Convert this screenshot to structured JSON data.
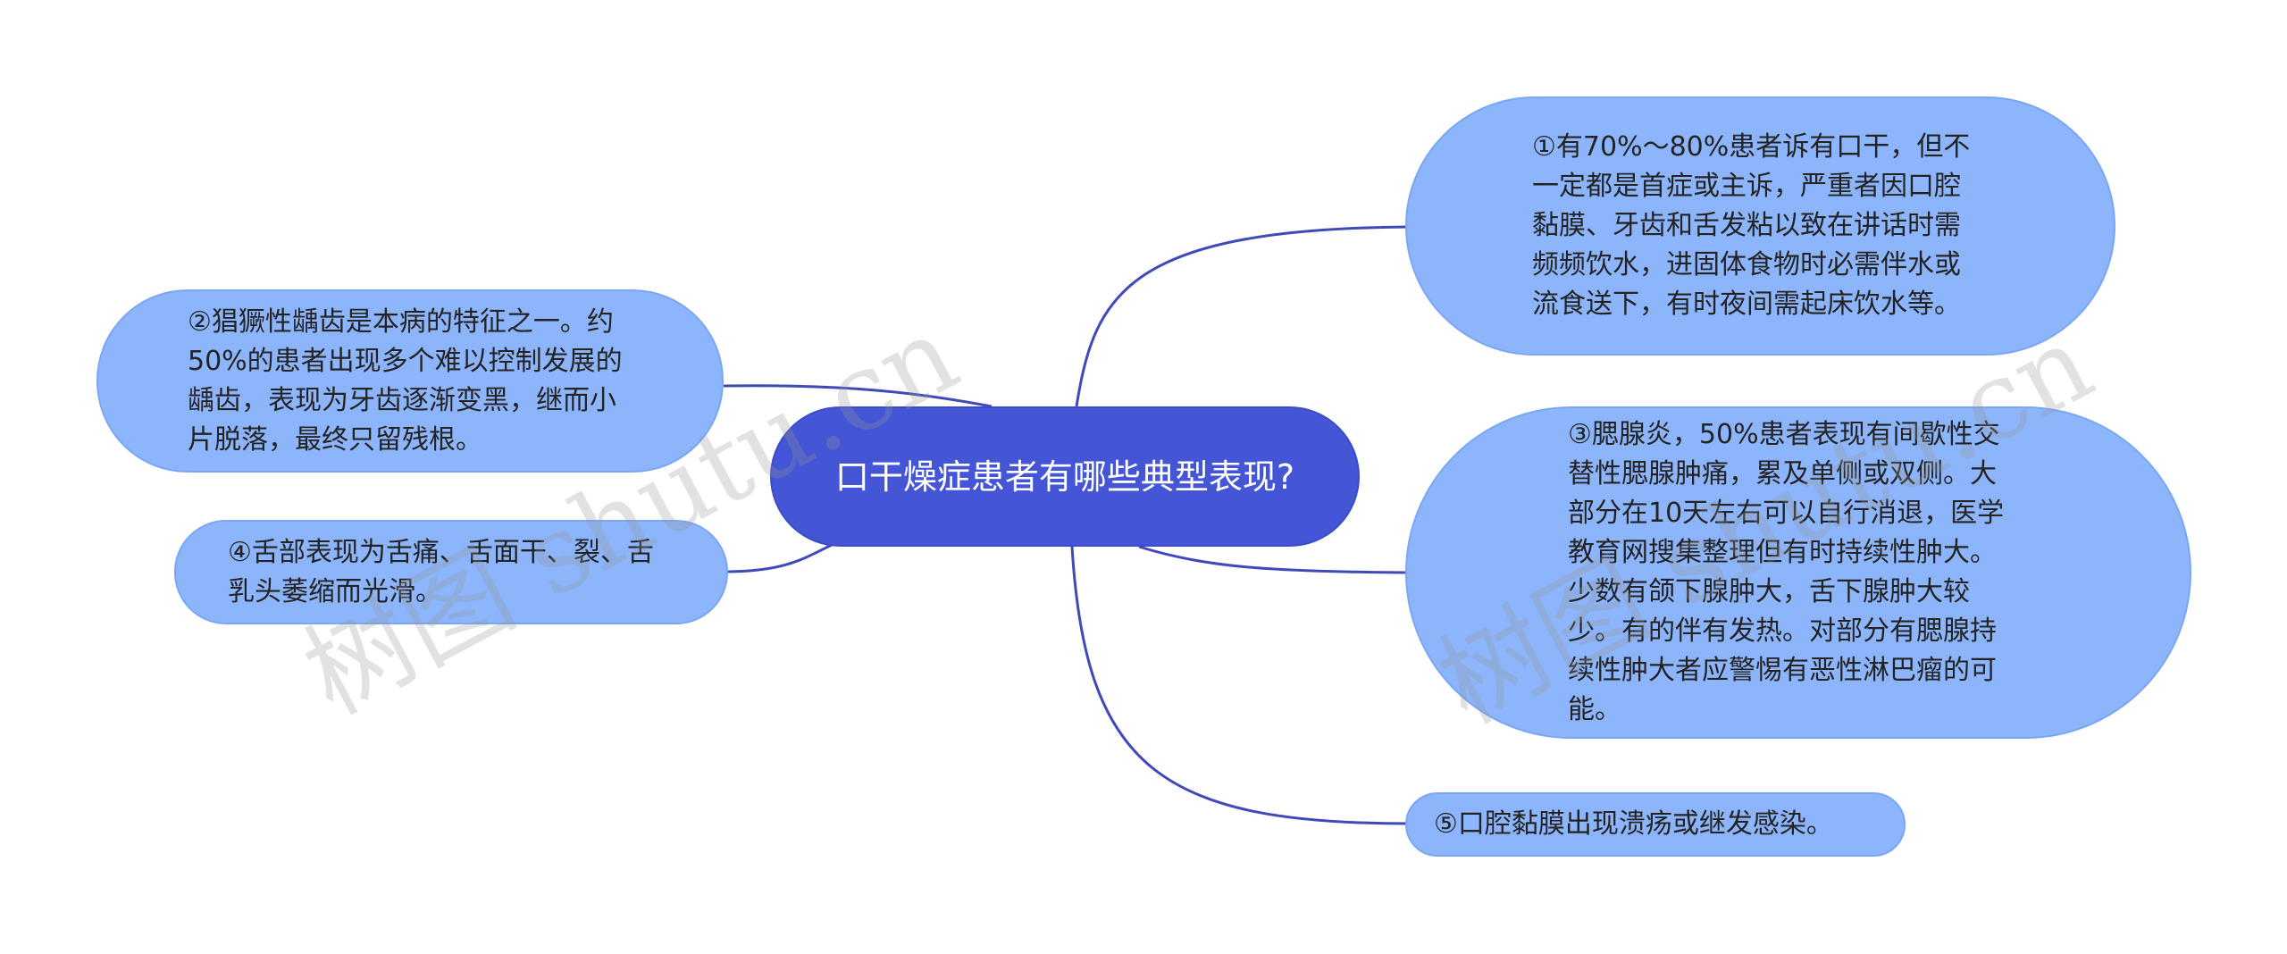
{
  "mindmap": {
    "root": {
      "label": "口干燥症患者有哪些典型表现?"
    },
    "branches": [
      {
        "id": "b1",
        "side": "right",
        "label": "①有70%～80%患者诉有口干，但不一定都是首症或主诉，严重者因口腔黏膜、牙齿和舌发粘以致在讲话时需频频饮水，进固体食物时必需伴水或流食送下，有时夜间需起床饮水等。"
      },
      {
        "id": "b2",
        "side": "left",
        "label": "②猖獗性龋齿是本病的特征之一。约50%的患者出现多个难以控制发展的龋齿，表现为牙齿逐渐变黑，继而小片脱落，最终只留残根。"
      },
      {
        "id": "b3",
        "side": "right",
        "label": "③腮腺炎，50%患者表现有间歇性交替性腮腺肿痛，累及单侧或双侧。大部分在10天左右可以自行消退，医学教育网搜集整理但有时持续性肿大。少数有颌下腺肿大，舌下腺肿大较少。有的伴有发热。对部分有腮腺持续性肿大者应警惕有恶性淋巴瘤的可能。"
      },
      {
        "id": "b4",
        "side": "left",
        "label": "④舌部表现为舌痛、舌面干、裂、舌乳头萎缩而光滑。"
      },
      {
        "id": "b5",
        "side": "right",
        "label": "⑤口腔黏膜出现溃疡或继发感染。"
      }
    ]
  },
  "watermark": {
    "text": "树图 shutu.cn"
  },
  "colors": {
    "root_fill": "#4455d6",
    "leaf_fill": "#8db5fb",
    "connector": "#3f4ab8"
  }
}
